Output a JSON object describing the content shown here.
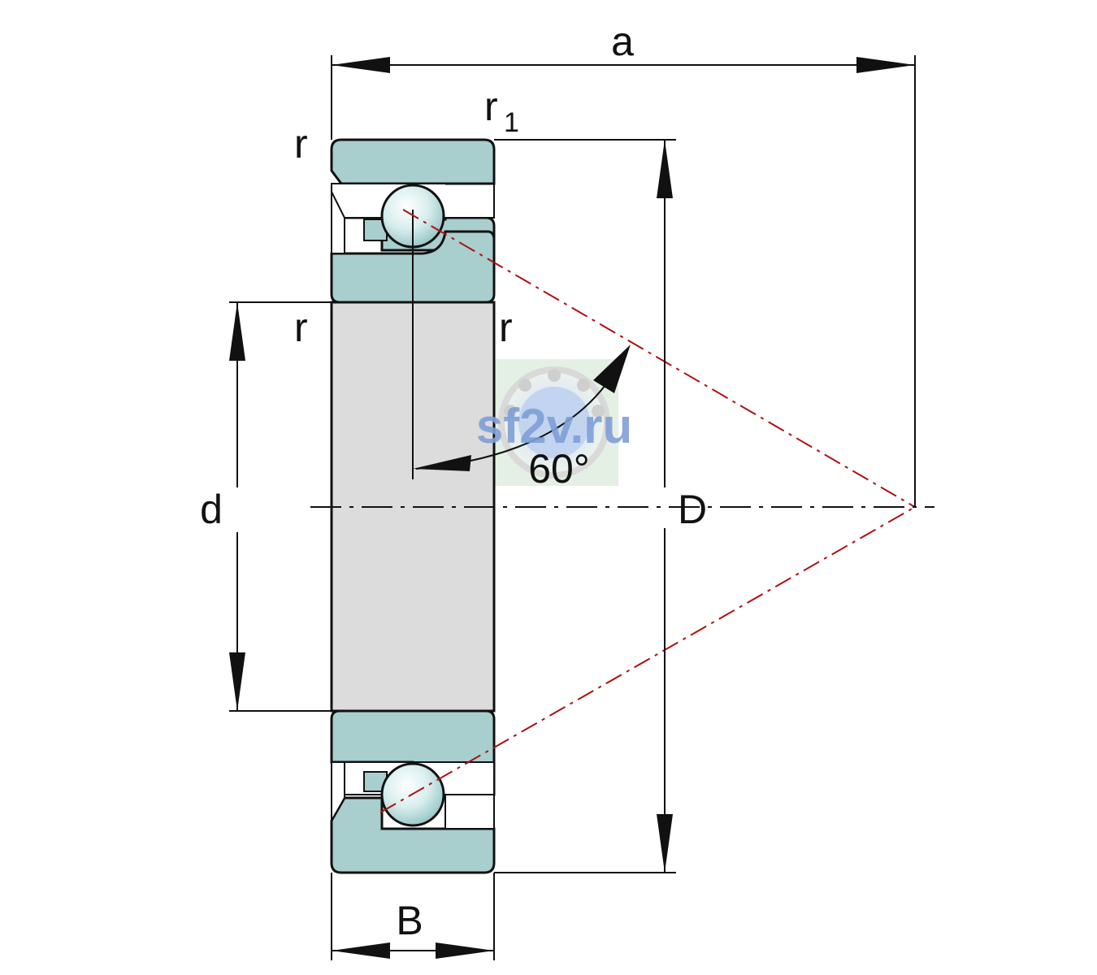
{
  "labels": {
    "a": "a",
    "r1_base": "r",
    "r1_sub": "1",
    "r_top_left": "r",
    "r_mid_left": "r",
    "r_mid_right": "r",
    "d": "d",
    "D": "D",
    "B": "B",
    "angle": "60°"
  },
  "watermark": "sf2v.ru",
  "colors": {
    "ring_fill": "#a8cece",
    "bore_fill": "#dcdcdc",
    "contact_line": "#b01010",
    "watermark": "#7f9fd6"
  }
}
